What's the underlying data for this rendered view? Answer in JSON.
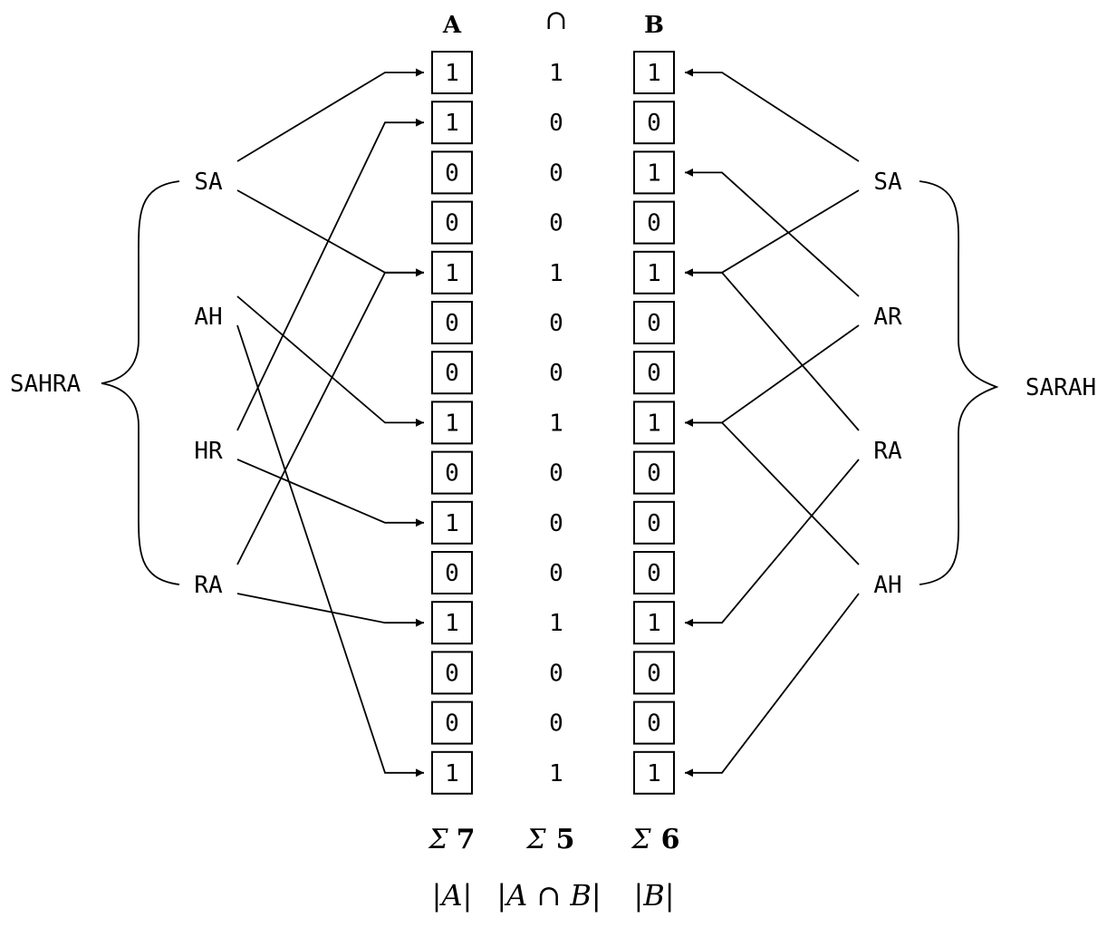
{
  "columns": {
    "a_header": "A",
    "intersection_header": "∩",
    "b_header": "B"
  },
  "bits": {
    "A": [
      "1",
      "1",
      "0",
      "0",
      "1",
      "0",
      "0",
      "1",
      "0",
      "1",
      "0",
      "1",
      "0",
      "0",
      "1"
    ],
    "intersection": [
      "1",
      "0",
      "0",
      "0",
      "1",
      "0",
      "0",
      "1",
      "0",
      "0",
      "0",
      "1",
      "0",
      "0",
      "1"
    ],
    "B": [
      "1",
      "0",
      "1",
      "0",
      "1",
      "0",
      "0",
      "1",
      "0",
      "0",
      "0",
      "1",
      "0",
      "0",
      "1"
    ]
  },
  "left": {
    "word": "SAHRA",
    "bigrams": [
      {
        "text": "SA",
        "targets": [
          0,
          4
        ]
      },
      {
        "text": "AH",
        "targets": [
          7,
          14
        ]
      },
      {
        "text": "HR",
        "targets": [
          1,
          9
        ]
      },
      {
        "text": "RA",
        "targets": [
          4,
          11
        ]
      }
    ]
  },
  "right": {
    "word": "SARAH",
    "bigrams": [
      {
        "text": "SA",
        "targets": [
          0,
          4
        ]
      },
      {
        "text": "AR",
        "targets": [
          2,
          7
        ]
      },
      {
        "text": "RA",
        "targets": [
          4,
          11
        ]
      },
      {
        "text": "AH",
        "targets": [
          7,
          14
        ]
      }
    ]
  },
  "sums": {
    "symbol": "Σ",
    "a": "7",
    "intersection": "5",
    "b": "6"
  },
  "footer": {
    "a": "|A|",
    "intersection_left": "|A ∩ ",
    "intersection_right": "B|",
    "b": "|B|"
  }
}
